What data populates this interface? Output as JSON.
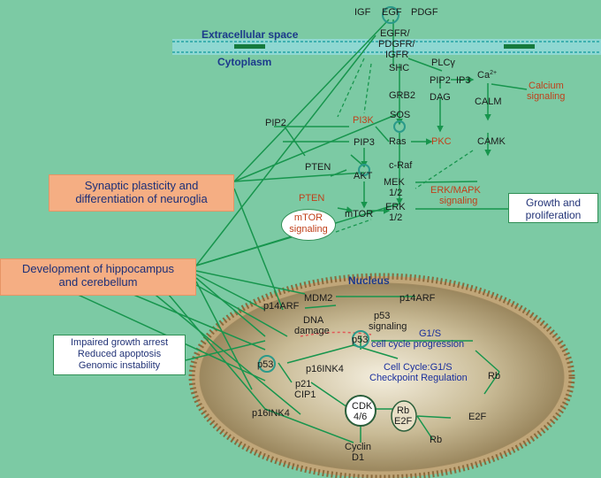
{
  "regions": {
    "extracellular": "Extracellular space",
    "cytoplasm": "Cytoplasm",
    "nucleus": "Nucleus"
  },
  "receptors": {
    "igf": "IGF",
    "egf": "EGF",
    "pdgf": "PDGF",
    "receptor_line1": "EGFR/",
    "receptor_line2": "PDGFR/",
    "receptor_line3": "IGFR"
  },
  "cytoplasm_nodes": {
    "plcy": "PLCγ",
    "shc": "SHC",
    "pip2_right": "PIP2",
    "ip3": "IP3",
    "ca": "Ca",
    "ca_sup": "2+",
    "dag": "DAG",
    "grb2": "GRB2",
    "calm": "CALM",
    "sos": "SOS",
    "pip2_left": "PIP2",
    "pi3k": "PI3K",
    "ras": "Ras",
    "pkc": "PKC",
    "camk": "CAMK",
    "pip3": "PIP3",
    "craf": "c-Raf",
    "pten_upper": "PTEN",
    "akt": "AKT",
    "mek_1": "MEK",
    "mek_2": "1/2",
    "pten_lower": "PTEN",
    "erk_1": "ERK",
    "erk_2": "1/2",
    "mtor": "mTOR"
  },
  "pathways": {
    "calcium_1": "Calcium",
    "calcium_2": "signaling",
    "erk_mapk_1": "ERK/MAPK",
    "erk_mapk_2": "signaling",
    "mtor_1": "mTOR",
    "mtor_2": "signaling"
  },
  "nucleus_nodes": {
    "mdm2": "MDM2",
    "p14arf_right": "p14ARF",
    "p14arf_left": "p14ARF",
    "dna_1": "DNA",
    "dna_2": "damage",
    "p53_signal_1": "p53",
    "p53_signal_2": "signaling",
    "p53_center": "p53",
    "g1s_1": "G1/S",
    "g1s_2": "cell cycle progression",
    "p53_left": "p53",
    "p16_upper": "p16INK4",
    "checkpoint_1": "Cell Cycle:G1/S",
    "checkpoint_2": "Checkpoint Regulation",
    "rb_right": "Rb",
    "p21_1": "p21",
    "p21_2": "CIP1",
    "cdk_1": "CDK",
    "cdk_2": "4/6",
    "rbe2f_1": "Rb",
    "rbe2f_2": "E2F",
    "e2f": "E2F",
    "p16_lower": "p16INK4",
    "rb_bottom": "Rb",
    "cyclin_1": "Cyclin",
    "cyclin_2": "D1"
  },
  "outcomes": {
    "synaptic_1": "Synaptic plasticity and",
    "synaptic_2": "differentiation of neuroglia",
    "development_1": "Development of hippocampus",
    "development_2": "and cerebellum",
    "growth_1": "Growth and",
    "growth_2": "proliferation",
    "impaired_1": "Impaired growth arrest",
    "impaired_2": "Reduced apoptosis",
    "impaired_3": "Genomic instability"
  },
  "colors": {
    "background": "#7ccaa4",
    "membrane": "#5fc0c0",
    "line": "#17954d",
    "nucleus_fill": "#b8a880",
    "nucleus_border": "#8a6a3c",
    "highlight_box": "#f5ae83",
    "title_blue": "#1c3a8c",
    "red_label": "#c0401a"
  }
}
